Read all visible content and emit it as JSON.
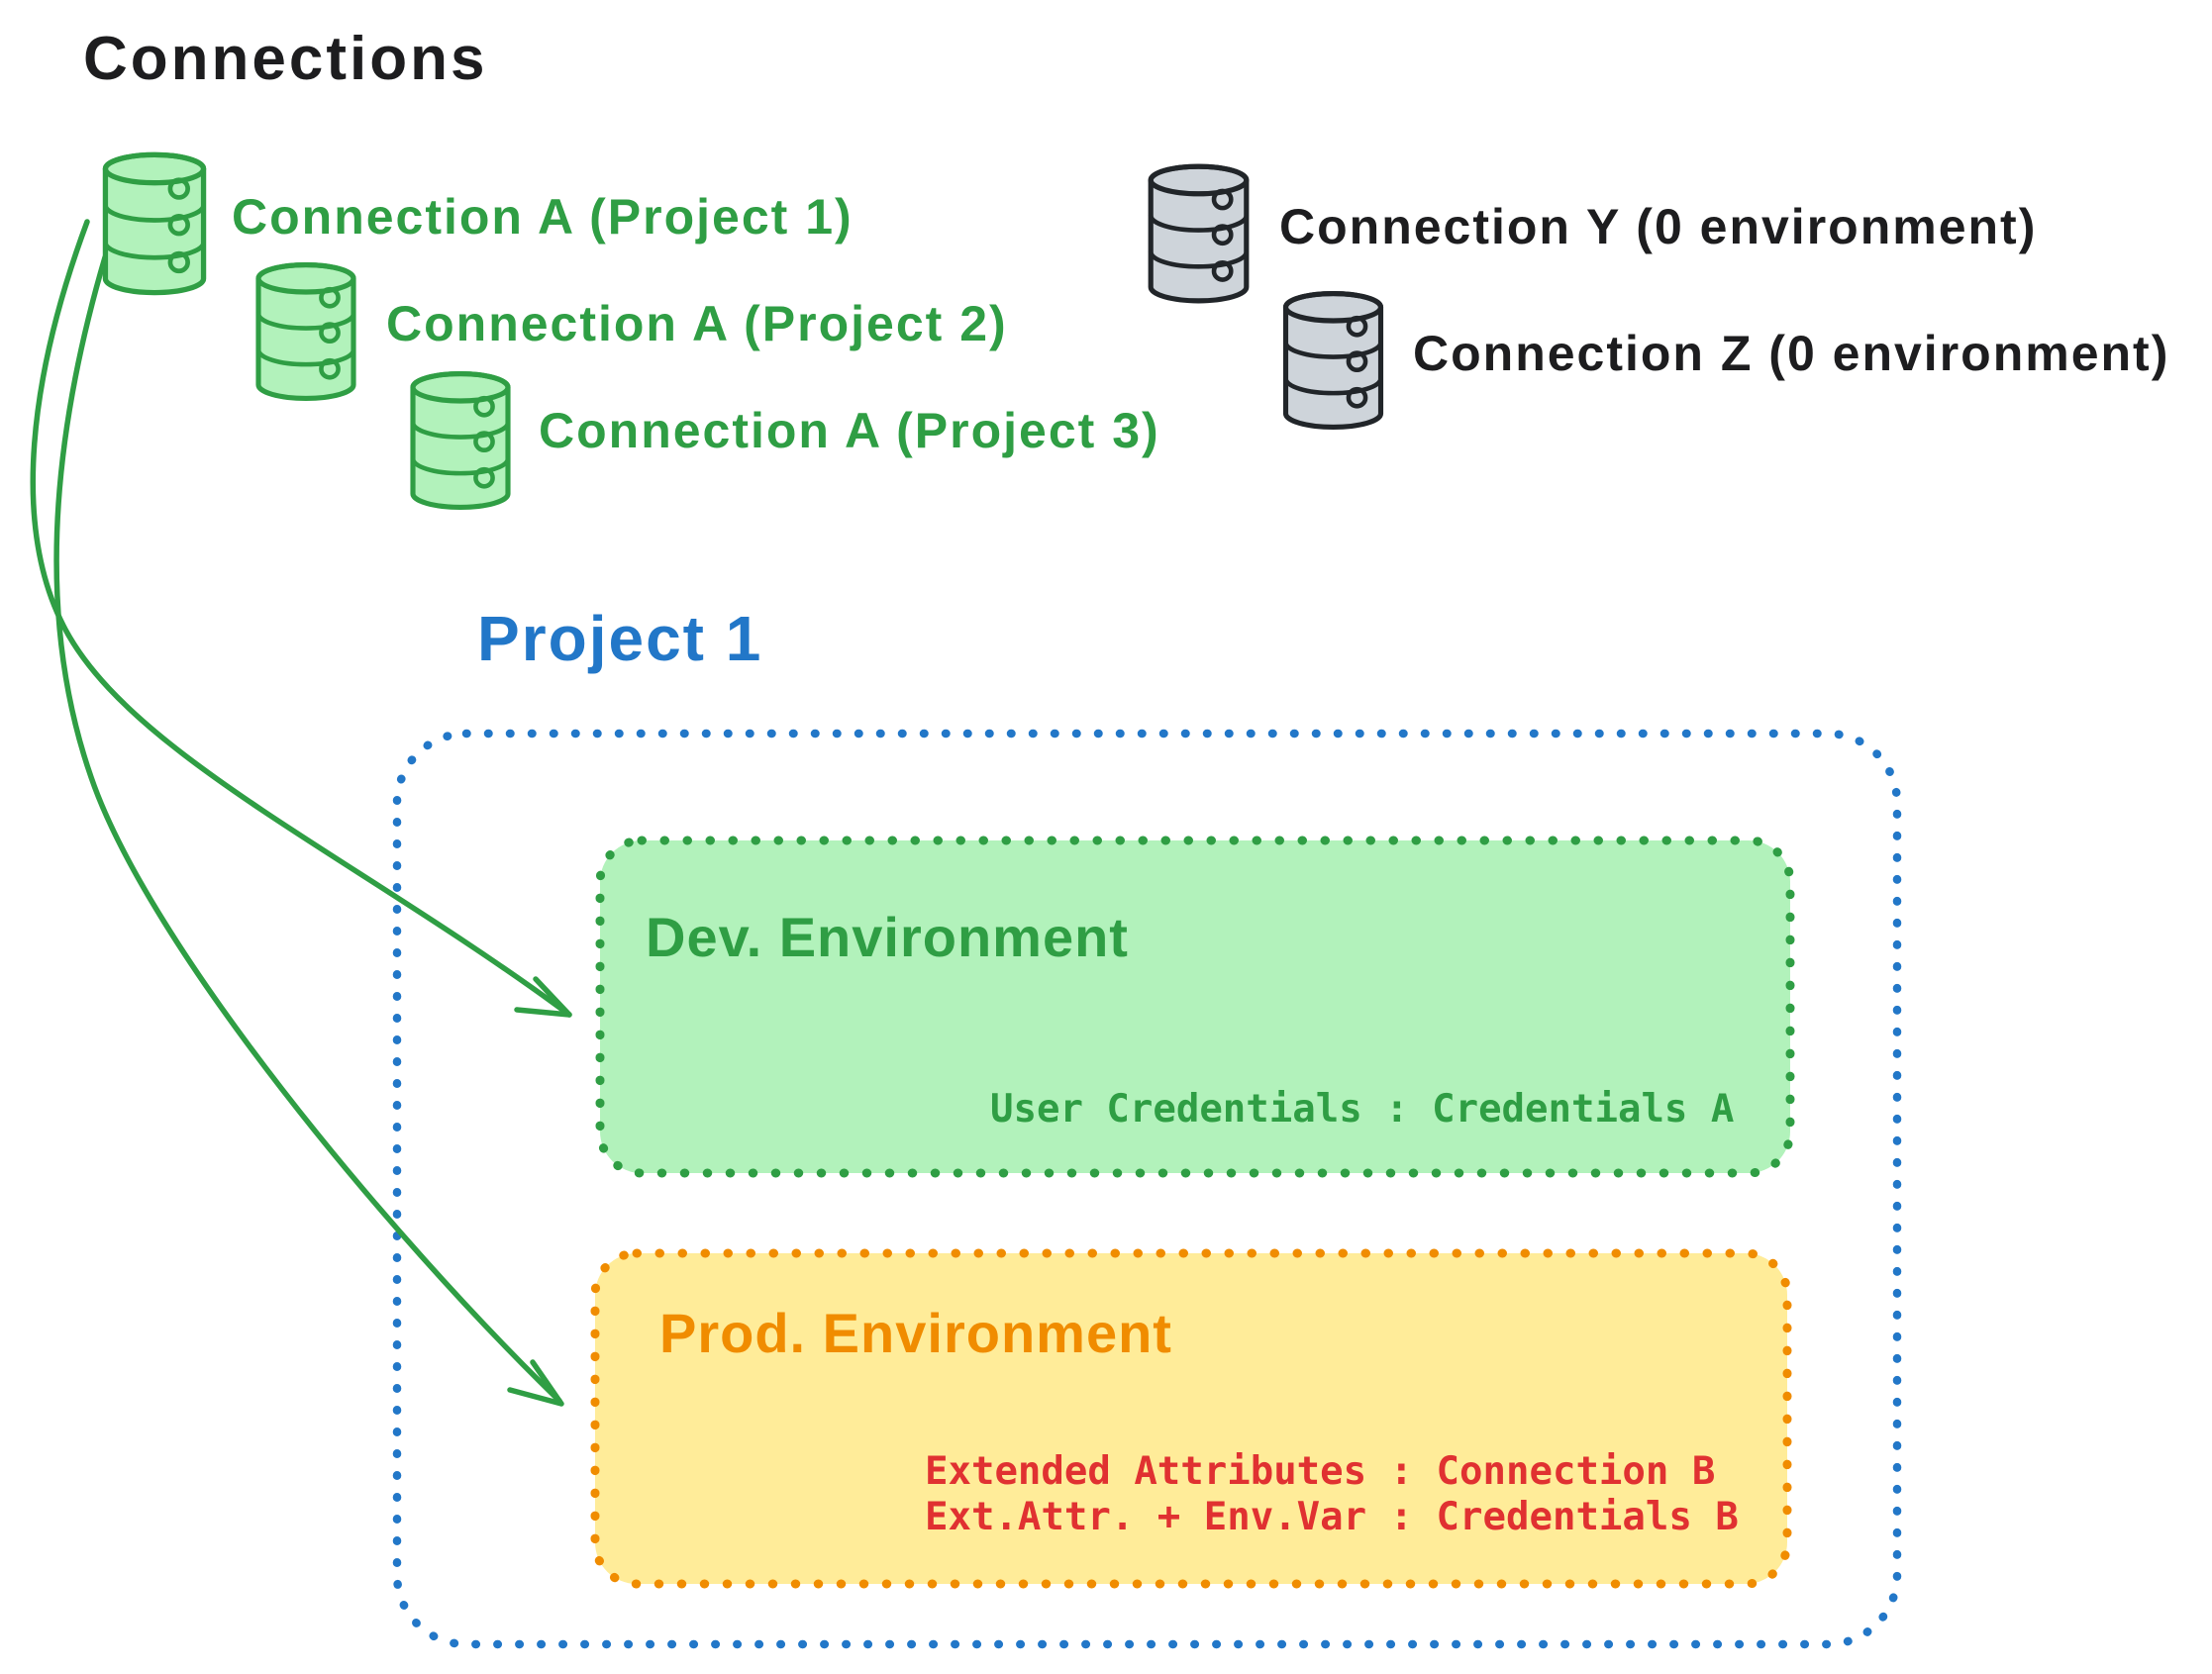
{
  "title": "Connections",
  "palette": {
    "green_stroke": "#2f9e44",
    "green_fill": "#b2f2bb",
    "gray_stroke": "#212529",
    "gray_fill": "#ced4da",
    "black_text": "#1d1d1f",
    "blue": "#2277c8",
    "orange": "#f08c00",
    "yellow_fill": "#ffec99",
    "red": "#e03131"
  },
  "green_connections": [
    {
      "label": "Connection A (Project 1)"
    },
    {
      "label": "Connection A (Project 2)"
    },
    {
      "label": "Connection A (Project 3)"
    }
  ],
  "gray_connections": [
    {
      "label": "Connection Y (0 environment)"
    },
    {
      "label": "Connection Z (0 environment)"
    }
  ],
  "project": {
    "title": "Project 1",
    "environments": [
      {
        "name": "Dev. Environment",
        "mappings": [
          "User Credentials : Credentials A"
        ]
      },
      {
        "name": "Prod. Environment",
        "mappings": [
          "Extended Attributes : Connection B",
          "Ext.Attr. + Env.Var : Credentials B"
        ]
      }
    ]
  }
}
